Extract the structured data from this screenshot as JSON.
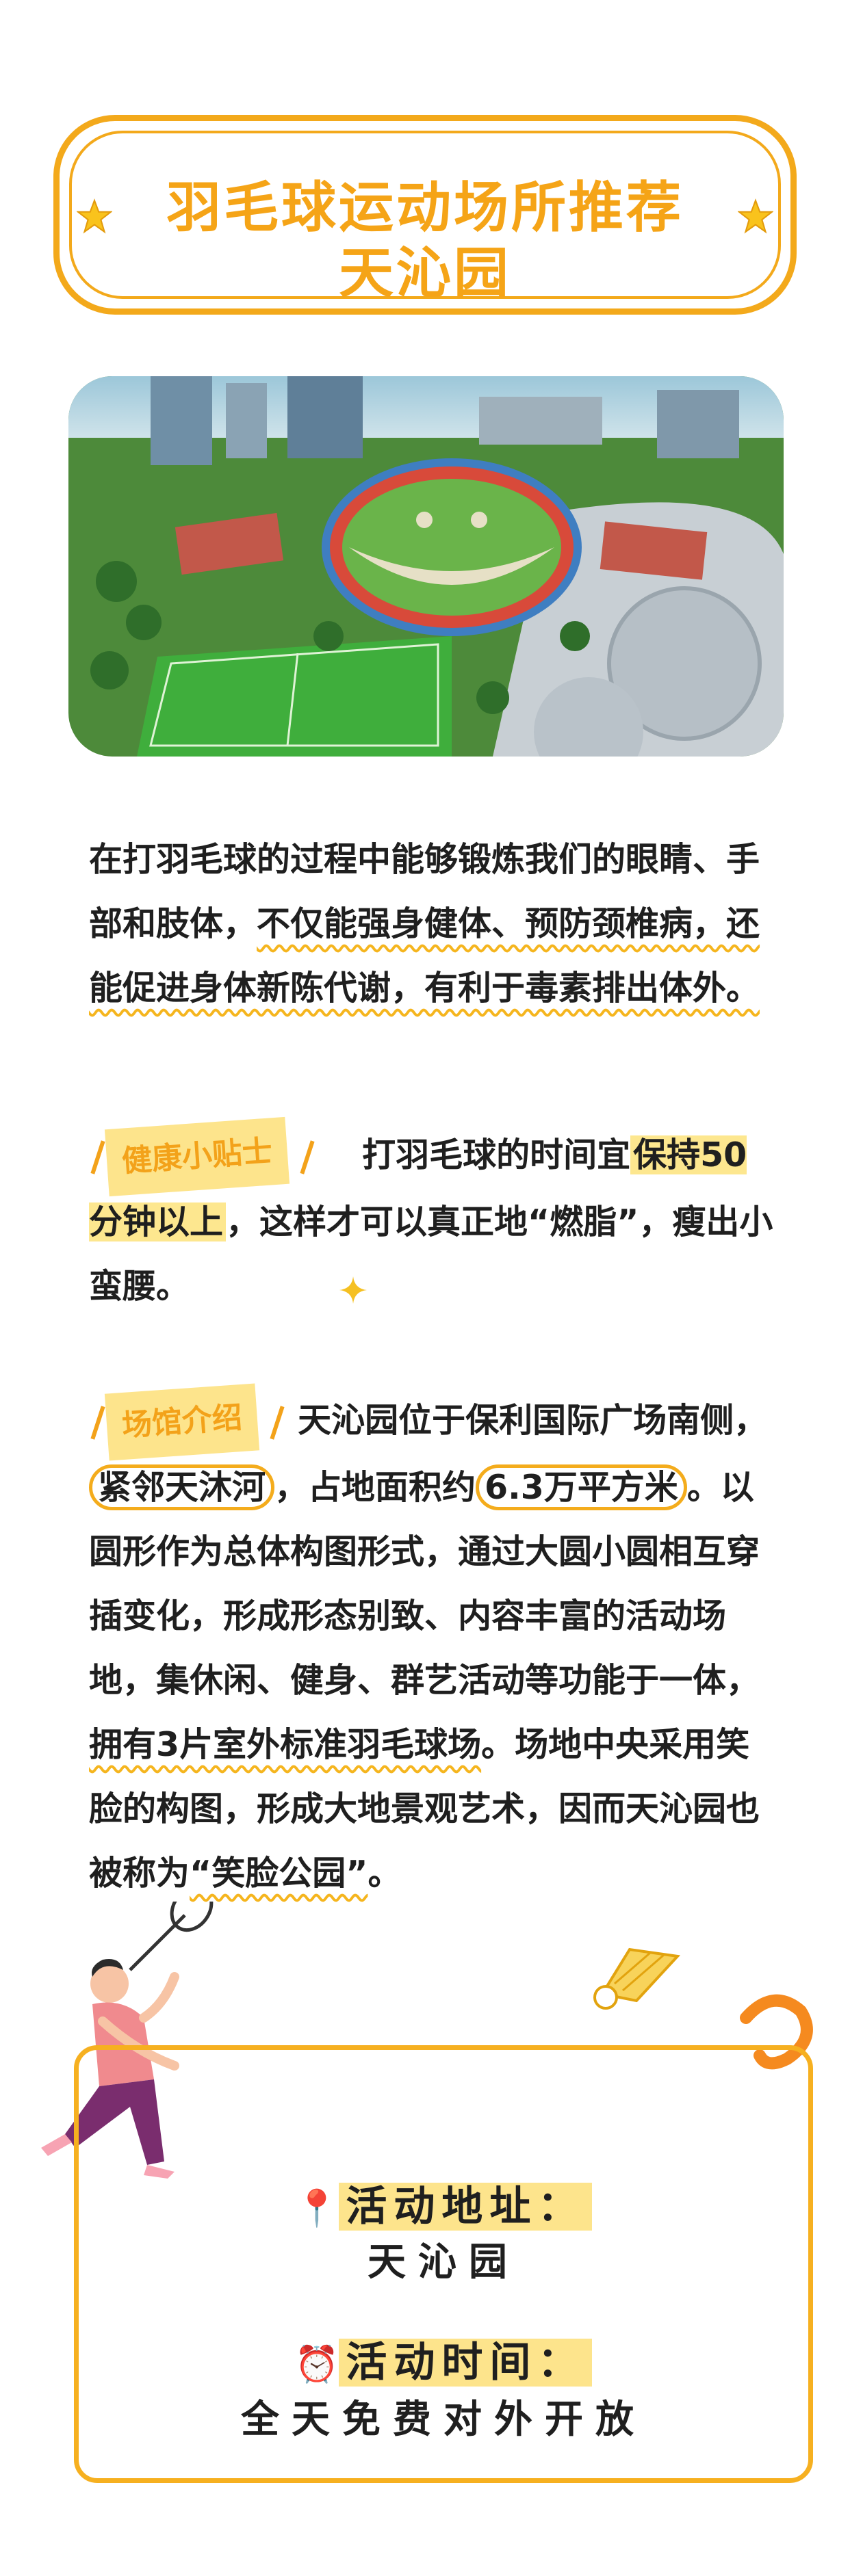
{
  "title": {
    "line1": "羽毛球运动场所推荐",
    "line2": "天沁园"
  },
  "intro": {
    "part1": "在打羽毛球的过程中能够锻炼我们的眼睛、手部和肢体，",
    "part2": "不仅能强身健体、预防颈椎病，还能促进身体新陈代谢，有利于毒素排出体外。"
  },
  "tip": {
    "tag": "健康小贴士",
    "part1": "打羽毛球的时间宜",
    "highlight": "保持50分钟以上",
    "part2": "，这样才可以真正地“燃脂”，瘦出小蛮腰。"
  },
  "venue": {
    "tag": "场馆介绍",
    "part1": "天沁园位于保利国际广场南侧，",
    "circled1": "紧邻天沐河",
    "part2": "，占地面积约",
    "circled2": "6.3万平方米",
    "part3": "。以圆形作为总体构图形式，通过大圆小圆相互穿插变化，形成形态别致、内容丰富的活动场地，集休闲、健身、群艺活动等功能于一体，",
    "underlined": "拥有3片室外标准羽毛球场",
    "part4": "。场地中央采用笑脸的构图，形成大地景观艺术，因而天沁园也被称为",
    "quoted": "“笑脸公园”",
    "part5": "。"
  },
  "info": {
    "address_label": "活动地址：",
    "address_value": "天沁园",
    "time_label": "活动时间：",
    "time_value": "全天免费对外开放"
  },
  "colors": {
    "accent": "#f5a417",
    "highlight": "#fde78f"
  },
  "icons": [
    "star-icon",
    "pin-icon",
    "alarm-clock-icon",
    "shuttlecock-icon",
    "sparkle-icon"
  ]
}
